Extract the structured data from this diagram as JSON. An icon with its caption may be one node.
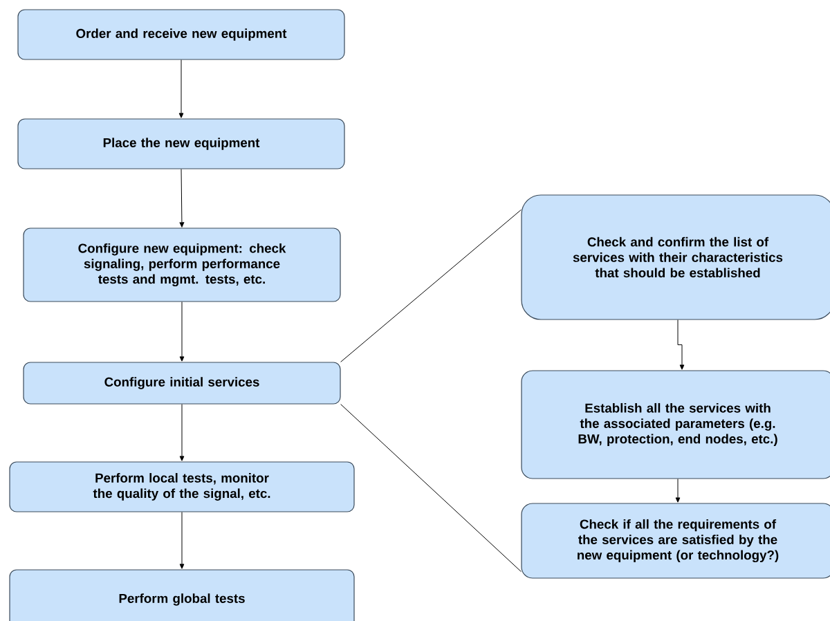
{
  "diagram": {
    "nodes": [
      {
        "text": [
          "Order and receive new equipment"
        ]
      },
      {
        "text": [
          "Place the new equipment"
        ]
      },
      {
        "text": [
          "Configure new equipment: check signaling, perform performance tests and mgmt. tests, etc."
        ]
      },
      {
        "text": [
          "Configure initial services"
        ]
      },
      {
        "text": [
          "Perform local tests, monitor the quality of the signal, etc."
        ]
      },
      {
        "text": [
          "Perform global tests"
        ]
      },
      {
        "text": [
          "Check and confirm the list of services with their characteristics that should be established"
        ]
      },
      {
        "text": [
          "Establish all the services with the associated parameters (e.g. BW, protection, end nodes, etc.)"
        ]
      },
      {
        "text": [
          "Check if all the requirements of the services are satisfied by the new equipment (or technology?)"
        ]
      }
    ],
    "edges": [
      {
        "from": 0,
        "to": 1,
        "arrow": "to"
      },
      {
        "from": 1,
        "to": 2,
        "arrow": "to"
      },
      {
        "from": 2,
        "to": 3,
        "arrow": "to"
      },
      {
        "from": 3,
        "to": 4,
        "arrow": "to"
      },
      {
        "from": 4,
        "to": 5,
        "arrow": "to"
      },
      {
        "from": 3,
        "to": 6,
        "arrow": "none"
      },
      {
        "from": 3,
        "to": 8,
        "arrow": "none"
      },
      {
        "from": 6,
        "to": 7,
        "arrow": "to"
      },
      {
        "from": 7,
        "to": 8,
        "arrow": "to"
      }
    ]
  }
}
